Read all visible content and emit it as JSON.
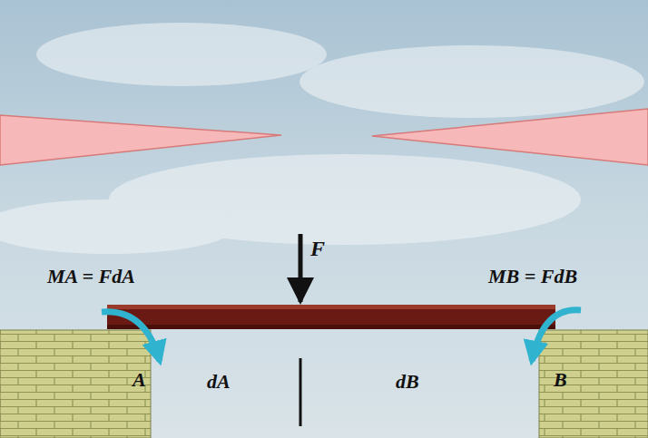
{
  "diagram": {
    "labels": [
      "F",
      "MA = FdA",
      "MB = FdB",
      "A",
      "dA",
      "dB",
      "B"
    ]
  }
}
